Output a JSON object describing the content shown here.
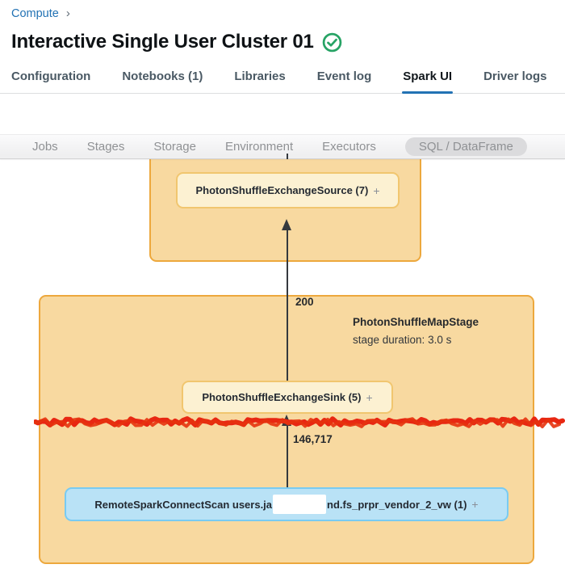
{
  "breadcrumb": {
    "compute": "Compute",
    "chevron": "›"
  },
  "header": {
    "title": "Interactive Single User Cluster 01",
    "status": "running"
  },
  "tabs": [
    {
      "label": "Configuration"
    },
    {
      "label": "Notebooks (1)"
    },
    {
      "label": "Libraries"
    },
    {
      "label": "Event log"
    },
    {
      "label": "Spark UI"
    },
    {
      "label": "Driver logs"
    }
  ],
  "active_tab": "Spark UI",
  "spark_nav": {
    "items": [
      {
        "label": "Jobs"
      },
      {
        "label": "Stages"
      },
      {
        "label": "Storage"
      },
      {
        "label": "Environment"
      },
      {
        "label": "Executors"
      },
      {
        "label": "SQL / DataFrame"
      }
    ],
    "selected": "SQL / DataFrame"
  },
  "dag": {
    "source_node": {
      "label": "PhotonShuffleExchangeSource (7)",
      "expand": "+"
    },
    "sink_node": {
      "label": "PhotonShuffleExchangeSink (5)",
      "expand": "+"
    },
    "scan_node": {
      "label_before_redaction": "RemoteSparkConnectScan users.ja",
      "label_after_redaction": "nd.fs_prpr_vendor_2_vw (1)",
      "expand": "+",
      "redacted": true
    },
    "stage": {
      "name": "PhotonShuffleMapStage",
      "duration": "stage duration: 3.0 s"
    },
    "edge_top_rows": "200",
    "edge_bottom_rows": "146,717"
  },
  "colors": {
    "accent_blue": "#2272B4",
    "status_green": "#27A365",
    "stage_box_fill": "#F8D9A0",
    "stage_box_border": "#EDA83D",
    "node_fill": "#FCF1D2",
    "node_border": "#F1C66F",
    "scan_node_fill": "#B9E2F6",
    "scan_node_border": "#79CBF2",
    "redaction_red": "#E82712"
  }
}
